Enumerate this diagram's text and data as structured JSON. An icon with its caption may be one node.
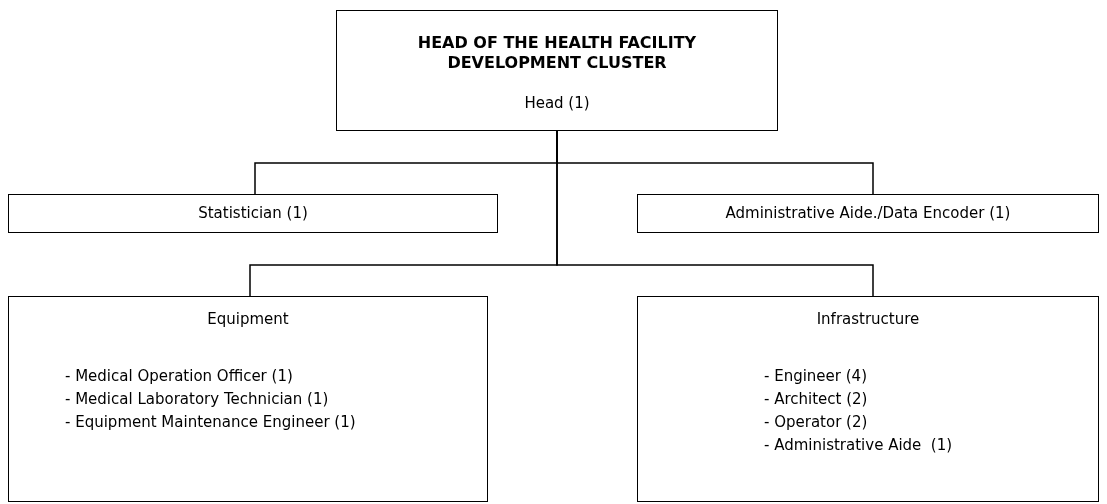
{
  "diagram": {
    "nodes": [
      {
        "text": [
          "HEAD OF THE HEALTH FACILITY DEVELOPMENT CLUSTER",
          "Head (1)"
        ]
      },
      {
        "text": [
          "Statistician (1)"
        ]
      },
      {
        "text": [
          "Administrative Aide./Data Encoder (1)"
        ]
      },
      {
        "text": [
          "Equipment",
          "- Medical Operation Officer (1)",
          "- Medical Laboratory Technician (1)",
          "- Equipment Maintenance Engineer (1)"
        ]
      },
      {
        "text": [
          "Infrastructure",
          "- Engineer (4)",
          "- Architect (2)",
          "- Operator (2)",
          "- Administrative Aide  (1)"
        ]
      }
    ],
    "edges": [
      {
        "from": 0,
        "to": 1,
        "arrow": "none"
      },
      {
        "from": 0,
        "to": 2,
        "arrow": "none"
      },
      {
        "from": 0,
        "to": 3,
        "arrow": "none"
      },
      {
        "from": 0,
        "to": 4,
        "arrow": "none"
      }
    ]
  }
}
